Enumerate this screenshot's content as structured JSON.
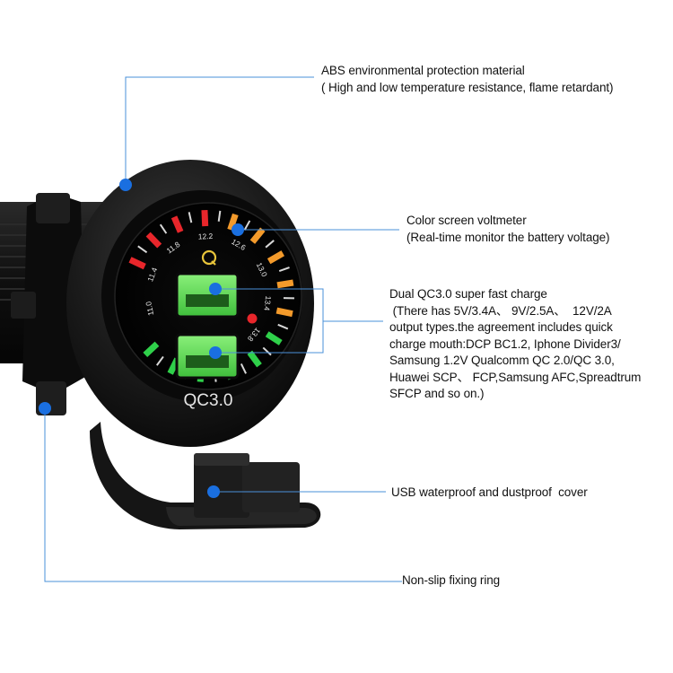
{
  "product": {
    "label": "QC3.0",
    "gauge_ticks": [
      "11.0",
      "11.4",
      "11.8",
      "12.2",
      "12.6",
      "13.0",
      "13.4",
      "13.8"
    ]
  },
  "callouts": {
    "abs": {
      "line1": "ABS environmental protection material",
      "line2": "( High and low temperature resistance, flame retardant)"
    },
    "voltmeter": {
      "line1": "Color screen voltmeter",
      "line2": "(Real-time monitor the battery voltage)"
    },
    "qc": {
      "lines": [
        "Dual QC3.0 super fast charge",
        " (There has 5V/3.4A、 9V/2.5A、  12V/2A",
        "output types.the agreement includes quick",
        "charge mouth:DCP BC1.2, Iphone Divider3/",
        "Samsung 1.2V Qualcomm QC 2.0/QC 3.0,",
        "Huawei SCP、 FCP,Samsung AFC,Spreadtrum",
        "SFCP and so on.)"
      ]
    },
    "cover": {
      "line1": "USB waterproof and dustproof  cover"
    },
    "ring": {
      "line1": "Non-slip fixing ring"
    }
  },
  "colors": {
    "leader": "#4a90d9",
    "dot": "#1a6fe0",
    "body": "#141414",
    "led_red": "#e8262b",
    "led_orange": "#f39a2b",
    "led_green": "#2fd04a",
    "usb_green": "#5fe15a"
  }
}
